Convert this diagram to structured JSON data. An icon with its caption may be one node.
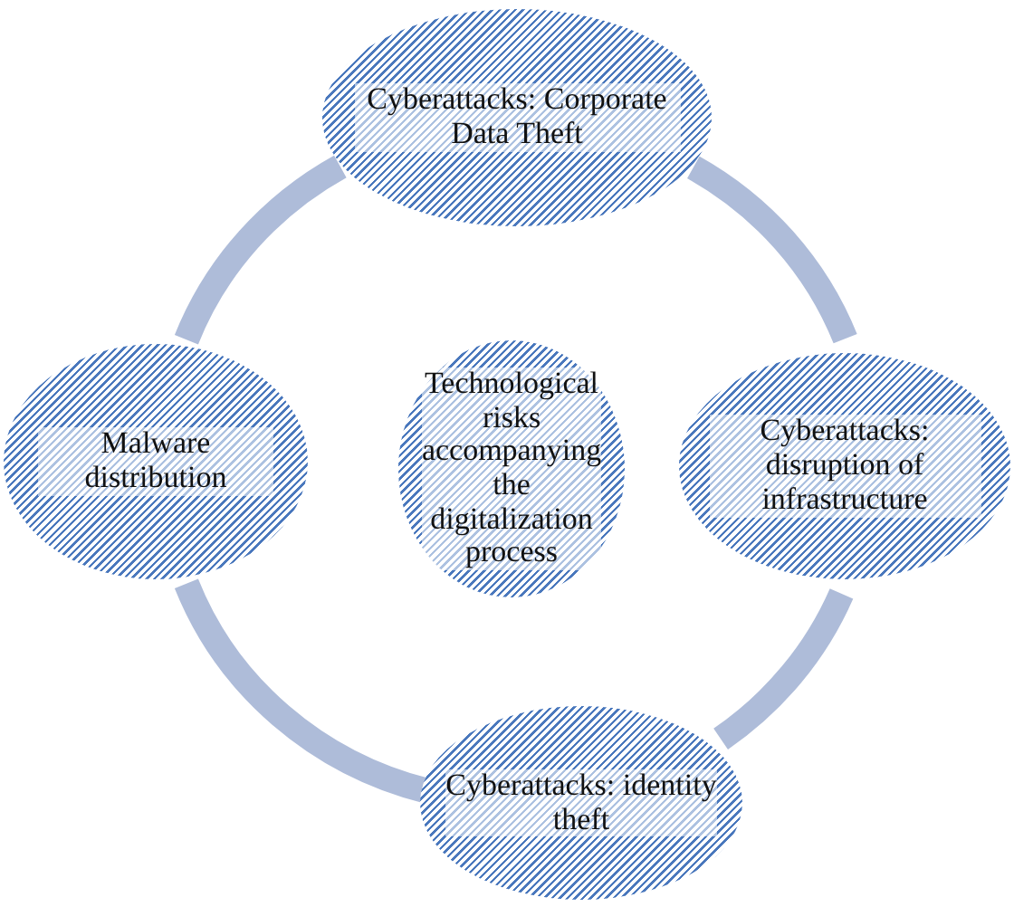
{
  "diagram": {
    "nodes": [
      {
        "text": [
          "Cyberattacks: Corporate Data Theft"
        ]
      },
      {
        "text": [
          "Malware distribution"
        ]
      },
      {
        "text": [
          "Technological risks accompanying the digitalization process"
        ]
      },
      {
        "text": [
          "Cyberattacks: disruption of infrastructure"
        ]
      },
      {
        "text": [
          "Cyberattacks: identity theft"
        ]
      }
    ],
    "edges": [
      {
        "from": 0,
        "to": 3,
        "arrow": "none"
      },
      {
        "from": 3,
        "to": 4,
        "arrow": "none"
      },
      {
        "from": 4,
        "to": 1,
        "arrow": "none"
      },
      {
        "from": 1,
        "to": 0,
        "arrow": "none"
      }
    ]
  }
}
